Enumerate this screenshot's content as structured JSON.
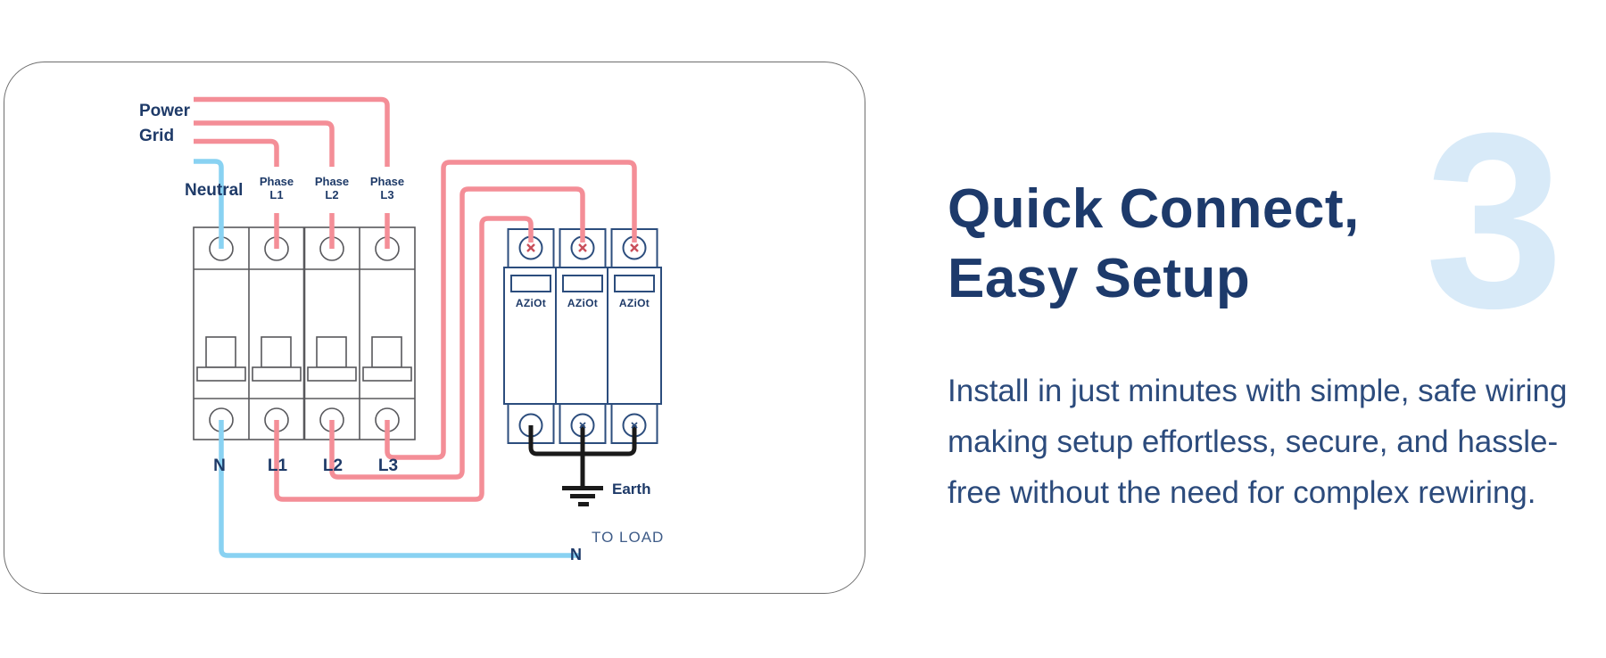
{
  "diagram": {
    "source_labels": {
      "power_line1": "Power",
      "power_line2": "Grid",
      "neutral": "Neutral"
    },
    "phase_labels": [
      {
        "line1": "Phase",
        "line2": "L1"
      },
      {
        "line1": "Phase",
        "line2": "L2"
      },
      {
        "line1": "Phase",
        "line2": "L3"
      }
    ],
    "breaker": {
      "pole_labels": [
        "N",
        "L1",
        "L2",
        "L3"
      ]
    },
    "spd": {
      "brand": "AZiOt",
      "unit_count": 3
    },
    "earth_label": "Earth",
    "to_load_label": "TO LOAD",
    "load_neutral_label": "N",
    "colors": {
      "phase_wire": "#F48E97",
      "neutral_wire": "#89D2F2",
      "earth_wire": "#1A1A1A",
      "breaker_outline": "#58585c",
      "spd_outline": "#2C4D7D",
      "spd_mark": "#C94F5A",
      "label": "#1E3A68",
      "to_load": "#3F5C88",
      "card_border": "#6e6e6e"
    }
  },
  "right_panel": {
    "step_number": "3",
    "title_line1": "Quick Connect,",
    "title_line2": "Easy Setup",
    "description_lines": [
      "Install in just minutes with simple, safe wiring",
      "making setup effortless, secure, and hassle-",
      "free without the need for complex rewiring."
    ],
    "colors": {
      "title": "#1D3A6B",
      "description": "#2C4B7C",
      "step_number": "#D8EAF8"
    }
  }
}
